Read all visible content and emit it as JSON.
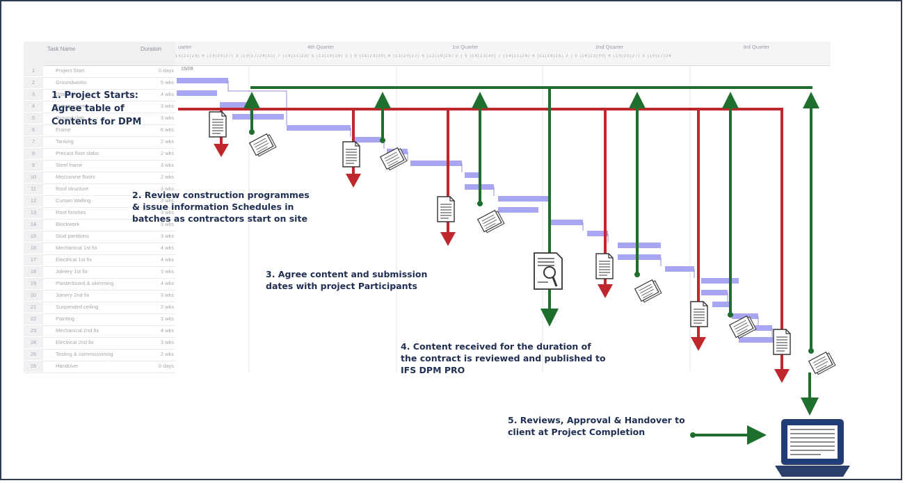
{
  "gantt": {
    "col_task": "Task Name",
    "col_duration": "Duration",
    "quarters": [
      "uarter",
      "4th Quarter",
      "1st Quarter",
      "2nd Quarter",
      "3rd Quarter"
    ],
    "ticks": "15|22|29| 6 |13|20|27| 3 |10|17|24|31| 7 |14|21|28| 5 |12|19|26| 2 | 9 |16|23|30| 6 |13|20|27| 5 |12|19|26| 2 | 9 |16|23|30| 7 |14|21|28| 4 |11|18|25| 2 | 9 |16|23|30| 6 |13|20|27| 3 |10|17|24",
    "milestone_label": "15/09",
    "tasks": [
      {
        "n": "1",
        "name": "Project Start",
        "dur": "0 days"
      },
      {
        "n": "2",
        "name": "Groundworks",
        "dur": "5 wks"
      },
      {
        "n": "3",
        "name": "Drainage",
        "dur": "4 wks"
      },
      {
        "n": "4",
        "name": "Substructure",
        "dur": "3 wks"
      },
      {
        "n": "5",
        "name": "Ground slab",
        "dur": "3 wks"
      },
      {
        "n": "6",
        "name": "Frame",
        "dur": "6 wks"
      },
      {
        "n": "7",
        "name": "Tanking",
        "dur": "2 wks"
      },
      {
        "n": "8",
        "name": "Precast floor slabs",
        "dur": "2 wks"
      },
      {
        "n": "9",
        "name": "Steel frame",
        "dur": "3 wks"
      },
      {
        "n": "10",
        "name": "Mezzanine floors",
        "dur": "2 wks"
      },
      {
        "n": "11",
        "name": "Roof structure",
        "dur": "3 wks"
      },
      {
        "n": "12",
        "name": "Curtain Walling",
        "dur": "3 wks"
      },
      {
        "n": "13",
        "name": "Roof finishes",
        "dur": "3 wks"
      },
      {
        "n": "14",
        "name": "Blockwork",
        "dur": "3 wks"
      },
      {
        "n": "15",
        "name": "Stud partitions",
        "dur": "3 wks"
      },
      {
        "n": "16",
        "name": "Mechanical 1st fix",
        "dur": "4 wks"
      },
      {
        "n": "17",
        "name": "Electrical 1st fix",
        "dur": "4 wks"
      },
      {
        "n": "18",
        "name": "Joinery 1st fix",
        "dur": "3 wks"
      },
      {
        "n": "19",
        "name": "Plasterboard & skimming",
        "dur": "4 wks"
      },
      {
        "n": "20",
        "name": "Joinery 2nd fix",
        "dur": "3 wks"
      },
      {
        "n": "21",
        "name": "Suspended ceiling",
        "dur": "2 wks"
      },
      {
        "n": "22",
        "name": "Painting",
        "dur": "3 wks"
      },
      {
        "n": "23",
        "name": "Mechanical 2nd fix",
        "dur": "4 wks"
      },
      {
        "n": "24",
        "name": "Electrical 2nd fix",
        "dur": "3 wks"
      },
      {
        "n": "25",
        "name": "Testing & commissioning",
        "dur": "2 wks"
      },
      {
        "n": "26",
        "name": "Handover",
        "dur": "0 days"
      }
    ]
  },
  "steps": {
    "s1": "1. Project Starts:\nAgree table of\nContents for DPM",
    "s2": "2. Review construction programmes\n& issue information Schedules in\nbatches as contractors start on site",
    "s3": "3. Agree content and submission\ndates with project Participants",
    "s4": "4. Content received for the duration of\nthe contract is reviewed and published to\nIFS DPM PRO",
    "s5": "5. Reviews, Approval & Handover to\nclient at Project Completion"
  },
  "colors": {
    "green": "#1e6e2e",
    "red": "#c0272d",
    "bar": "#a8a6f0",
    "text": "#1f2f52"
  }
}
